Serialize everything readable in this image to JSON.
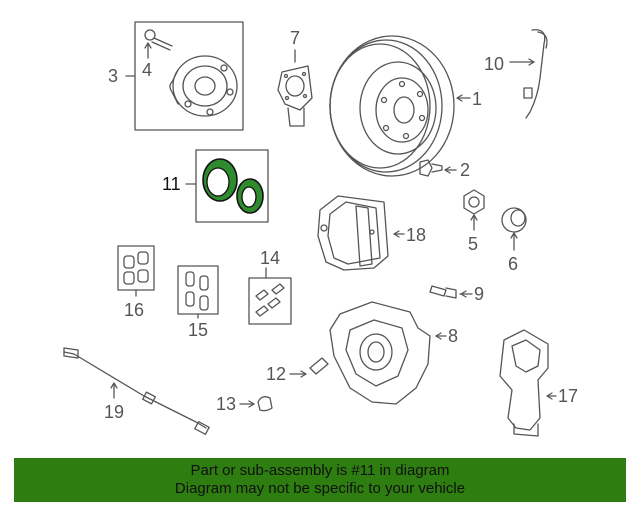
{
  "callouts": {
    "c1": "1",
    "c2": "2",
    "c3": "3",
    "c4": "4",
    "c5": "5",
    "c6": "6",
    "c7": "7",
    "c8": "8",
    "c9": "9",
    "c10": "10",
    "c11": "11",
    "c12": "12",
    "c13": "13",
    "c14": "14",
    "c15": "15",
    "c16": "16",
    "c17": "17",
    "c18": "18",
    "c19": "19"
  },
  "banner": {
    "line1": "Part or sub-assembly is #11 in diagram",
    "line2": "Diagram may not be specific to your vehicle"
  },
  "colors": {
    "banner_bg": "#2e7d10",
    "highlight_seal": "#2e8b2e",
    "line_art": "#555555"
  },
  "highlighted_part": "11"
}
